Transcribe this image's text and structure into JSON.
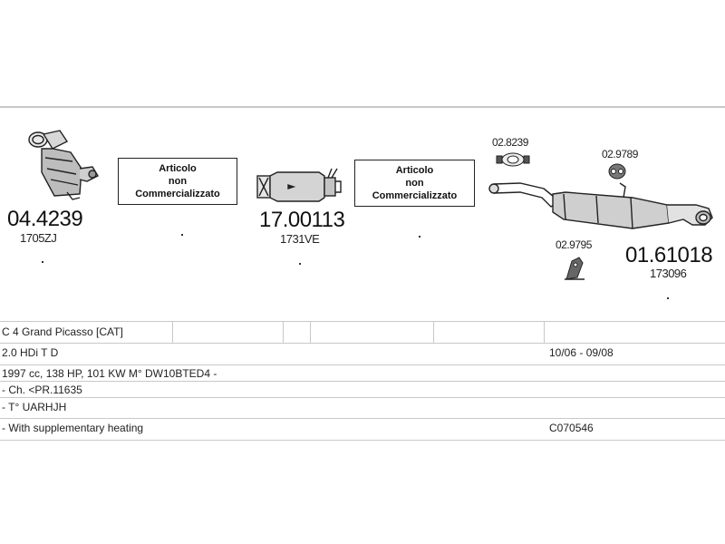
{
  "parts": [
    {
      "code": "04.4239",
      "ref": "1705ZJ"
    },
    {
      "code": "17.00113",
      "ref": "1731VE"
    },
    {
      "code": "01.61018",
      "ref": "173096"
    }
  ],
  "accessories": [
    {
      "code": "02.8239"
    },
    {
      "code": "02.9789"
    },
    {
      "code": "02.9795"
    }
  ],
  "not_available": [
    {
      "line1": "Articolo",
      "line2": "non",
      "line3": "Commercializzato"
    },
    {
      "line1": "Articolo",
      "line2": "non",
      "line3": "Commercializzato"
    }
  ],
  "vehicle": {
    "model": "C 4 Grand Picasso  [CAT]",
    "engine": "2.0 HDi T D",
    "period": "10/06 - 09/08",
    "specs": "1997 cc, 138 HP, 101 KW M° DW10BTED4 -",
    "chassis": "- Ch. <PR.11635",
    "type": "- T° UARHJH",
    "note": "- With supplementary heating",
    "catalog_code": "C070546"
  }
}
